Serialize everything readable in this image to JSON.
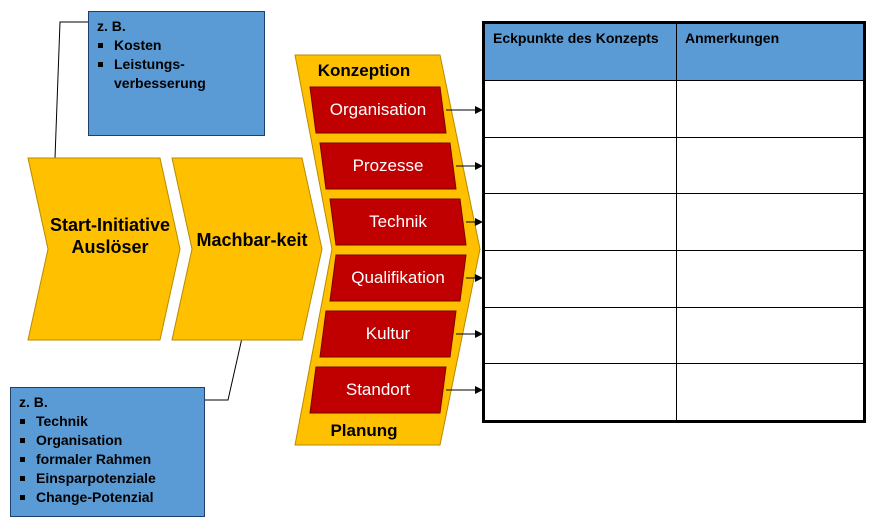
{
  "note_top": {
    "lead": "z. B.",
    "items": [
      "Kosten",
      "Leistungs-verbesserung"
    ]
  },
  "note_bottom": {
    "lead": "z. B.",
    "items": [
      "Technik",
      "Organisation",
      "formaler Rahmen",
      "Einsparpotenziale",
      "Change-Potenzial"
    ]
  },
  "chevrons": {
    "start": "Start-Initiative Auslöser",
    "feasibility": "Machbar-keit"
  },
  "phase": {
    "top_label": "Konzeption",
    "bottom_label": "Planung",
    "items": [
      "Organisation",
      "Prozesse",
      "Technik",
      "Qualifikation",
      "Kultur",
      "Standort"
    ]
  },
  "table": {
    "headers": [
      "Eckpunkte des Konzepts",
      "Anmerkungen"
    ],
    "row_count": 6
  },
  "colors": {
    "chevron_fill": "#ffc000",
    "item_fill": "#c00000",
    "note_fill": "#5b9bd5",
    "table_header_fill": "#5b9bd5"
  }
}
